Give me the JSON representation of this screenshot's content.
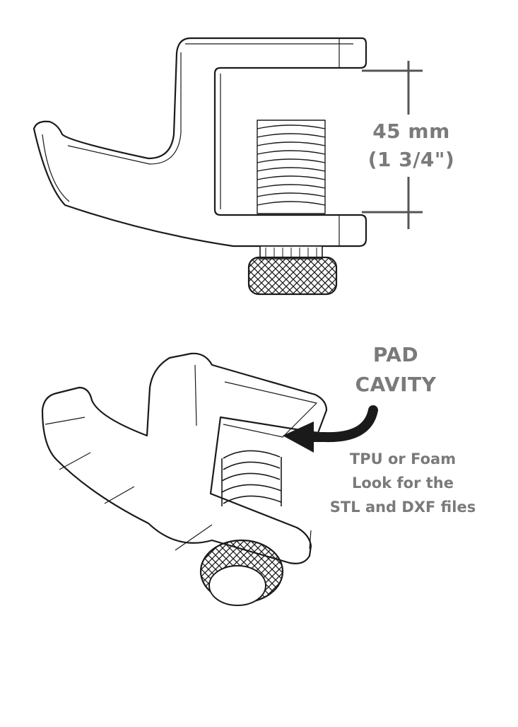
{
  "dimension": {
    "metric": "45 mm",
    "imperial": "(1 3/4\")"
  },
  "callout": {
    "line1": "PAD",
    "line2": "CAVITY"
  },
  "note": {
    "line1": "TPU or Foam",
    "line2": "Look for the",
    "line3": "STL and DXF files"
  },
  "colors": {
    "stroke": "#1a1a1a",
    "label": "#7a7a7a",
    "dimension_line": "#555555"
  }
}
